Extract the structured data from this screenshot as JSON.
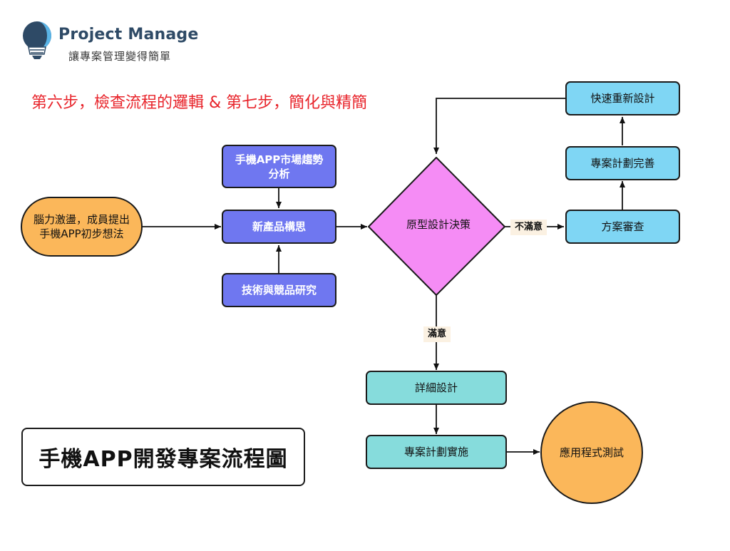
{
  "brand": {
    "name": "Project Manage",
    "tagline": "讓專案管理變得簡單"
  },
  "step_title": "第六步，檢查流程的邏輯 & 第七步，簡化與精簡",
  "chart_title": "手機APP開發專案流程圖",
  "nodes": {
    "brainstorm": "腦力激盪，成員提出手機APP初步想法",
    "market_trend": "手機APP市場趨勢分析",
    "new_product": "新產品構思",
    "tech_research": "技術與競品研究",
    "prototype_decision": "原型設計決策",
    "proposal_review": "方案審查",
    "plan_improve": "專案計劃完善",
    "quick_redesign": "快速重新設計",
    "detailed_design": "詳細設計",
    "plan_implement": "專案計劃實施",
    "app_testing": "應用程式測試"
  },
  "edge_labels": {
    "unsatisfied": "不滿意",
    "satisfied": "滿意"
  },
  "colors": {
    "purple": "#6f77f0",
    "blue": "#7fd6f4",
    "teal": "#86dcdc",
    "orange": "#fbb75a",
    "diamond": "#f58cf5",
    "title_red": "#e8242b",
    "brand_navy": "#2e4a66"
  }
}
